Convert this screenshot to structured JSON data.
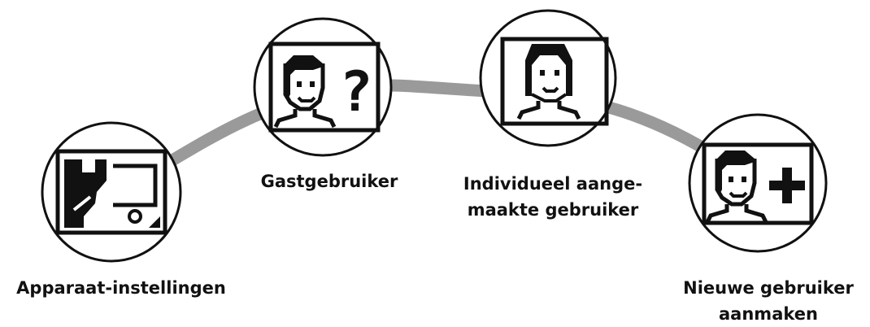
{
  "colors": {
    "connector": "#9a9a9a",
    "ink": "#111111",
    "circle_fill": "#ffffff"
  },
  "nodes": [
    {
      "id": "device-settings",
      "icon": "wrench-settings-icon",
      "label_lines": [
        "Apparaat-instellingen"
      ]
    },
    {
      "id": "guest-user",
      "icon": "guest-user-question-icon",
      "label_lines": [
        "Gastgebruiker"
      ]
    },
    {
      "id": "individual-user",
      "icon": "individual-user-icon",
      "label_lines": [
        "Individueel aange-",
        "maakte gebruiker"
      ]
    },
    {
      "id": "new-user",
      "icon": "add-user-icon",
      "label_lines": [
        "Nieuwe gebruiker",
        "aanmaken"
      ]
    }
  ]
}
